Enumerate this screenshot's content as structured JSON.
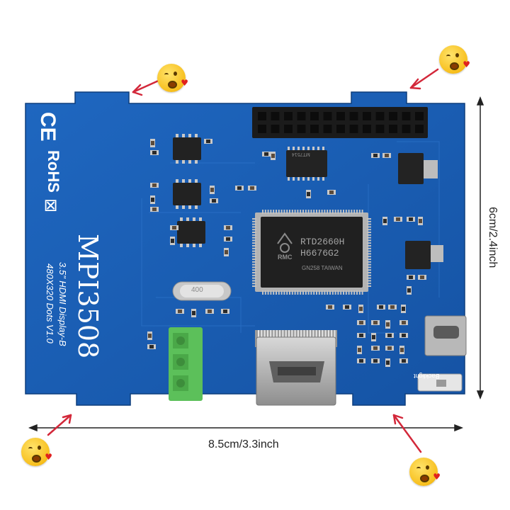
{
  "board": {
    "model": "MPI3508",
    "description": "3.5\" HDMI Display-B",
    "resolution_line": "480X320 Dots V1.0",
    "marks": [
      "CE",
      "RoHS"
    ],
    "backlight_label": "Backlight",
    "chip_lines": [
      "RTD2660H",
      "H6676G2",
      "GN258 TAIWAN"
    ],
    "chip_logo": "RMC",
    "small_chip_text": "MT7514",
    "crystal_text": "400"
  },
  "dimensions": {
    "width_label": "8.5cm/3.3inch",
    "height_label": "6cm/2.4inch"
  },
  "colors": {
    "pcb": "#1b5fb4",
    "pcb_dark": "#124c98",
    "arrow": "#d3283a",
    "header": "#1c1c1c",
    "connector_green": "#5cc05a"
  },
  "annotations": {
    "emoji_count": 4,
    "emoji_icon": "winking-face-blowing-kiss-icon"
  }
}
